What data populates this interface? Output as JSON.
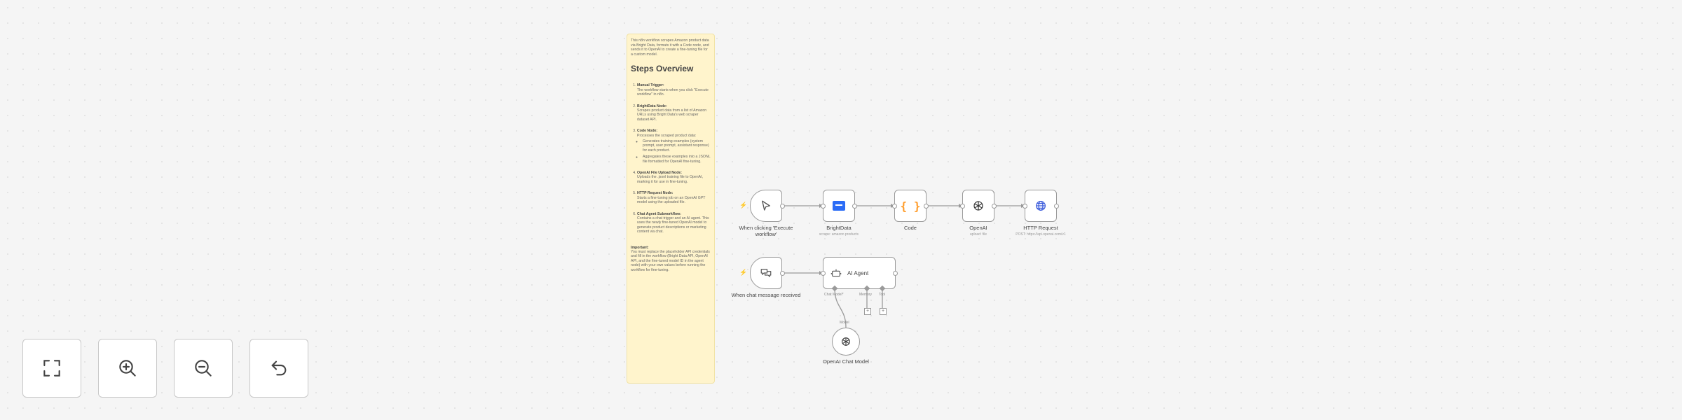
{
  "sticky_note": {
    "intro": "This n8n workflow scrapes Amazon product data via Bright Data, formats it with a Code node, and sends it to OpenAI to create a fine-tuning file for a custom model.",
    "heading": "Steps Overview",
    "steps": [
      {
        "title": "Manual Trigger:",
        "text": "The workflow starts when you click \"Execute workflow\" in n8n."
      },
      {
        "title": "BrightData Node:",
        "text": "Scrapes product data from a list of Amazon URLs using Bright Data's web scraper dataset API."
      },
      {
        "title": "Code Node:",
        "text": "Processes the scraped product data:",
        "bullets": [
          "Generates training examples (system prompt, user prompt, assistant response) for each product.",
          "Aggregates these examples into a JSONL file formatted for OpenAI fine-tuning."
        ]
      },
      {
        "title": "OpenAI File Upload Node:",
        "text": "Uploads the .jsonl training file to OpenAI, marking it for use in fine-tuning."
      },
      {
        "title": "HTTP Request Node:",
        "text": "Starts a fine-tuning job on an OpenAI GPT model using the uploaded file."
      },
      {
        "title": "Chat Agent Subworkflow:",
        "text": "Contains a chat trigger and an AI agent. This uses the newly fine-tuned OpenAI model to generate product descriptions or marketing content via chat."
      }
    ],
    "important_title": "Important:",
    "important_text": "You must replace the placeholder API credentials and fill in the workflow (Bright Data API, OpenAI API, and the fine-tuned model ID in the agent node) with your own values before running the workflow for fine-tuning."
  },
  "nodes": {
    "manual_trigger": {
      "label": "When clicking 'Execute workflow'",
      "icon": "cursor-icon"
    },
    "brightdata": {
      "label": "BrightData",
      "sublabel": "scrape: amazon products",
      "icon": "brightdata-icon",
      "accent": "#2b6cf6"
    },
    "code": {
      "label": "Code",
      "icon": "code-braces-icon",
      "accent": "#ff9c2a"
    },
    "openai": {
      "label": "OpenAI",
      "sublabel": "upload: file",
      "icon": "openai-icon"
    },
    "http_request": {
      "label": "HTTP Request",
      "sublabel": "POST: https://api.openai.com/v1",
      "icon": "globe-icon",
      "accent": "#3b5bdb"
    },
    "chat_trigger": {
      "label": "When chat message received",
      "icon": "chat-icon"
    },
    "ai_agent": {
      "label": "AI Agent",
      "icon": "robot-icon"
    },
    "openai_chat_model": {
      "label": "OpenAI Chat Model",
      "icon": "openai-icon"
    }
  },
  "connection_labels": {
    "chat_model": "Chat Model*",
    "memory": "Memory",
    "tool": "Tool",
    "model": "Model"
  },
  "controls": {
    "fit_view": "fit-view-icon",
    "zoom_in": "zoom-in-icon",
    "zoom_out": "zoom-out-icon",
    "reset_zoom": "undo-icon"
  }
}
